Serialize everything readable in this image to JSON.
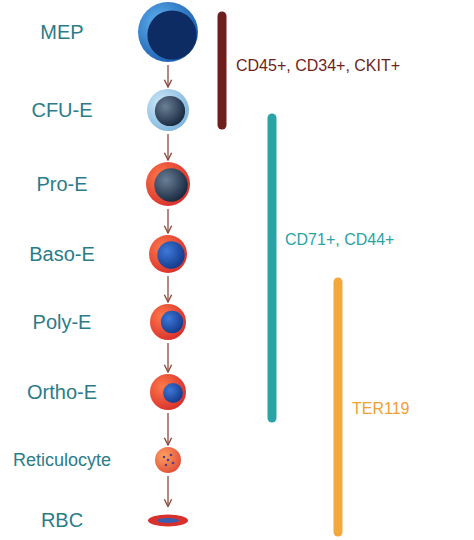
{
  "diagram": {
    "nodes": [
      {
        "text": [
          "MEP"
        ]
      },
      {
        "text": [
          "CFU-E"
        ]
      },
      {
        "text": [
          "Pro-E"
        ]
      },
      {
        "text": [
          "Baso-E"
        ]
      },
      {
        "text": [
          "Poly-E"
        ]
      },
      {
        "text": [
          "Ortho-E"
        ]
      },
      {
        "text": [
          "Reticulocyte"
        ]
      },
      {
        "text": [
          "RBC"
        ]
      }
    ],
    "edges": [
      {
        "from": 0,
        "to": 1,
        "arrow": "to"
      },
      {
        "from": 1,
        "to": 2,
        "arrow": "to"
      },
      {
        "from": 2,
        "to": 3,
        "arrow": "to"
      },
      {
        "from": 3,
        "to": 4,
        "arrow": "to"
      },
      {
        "from": 4,
        "to": 5,
        "arrow": "to"
      },
      {
        "from": 5,
        "to": 6,
        "arrow": "to"
      },
      {
        "from": 6,
        "to": 7,
        "arrow": "to"
      }
    ],
    "labels": [
      "CD45+, CD34+, CKIT+",
      "CD71+, CD44+",
      "TER119"
    ]
  }
}
